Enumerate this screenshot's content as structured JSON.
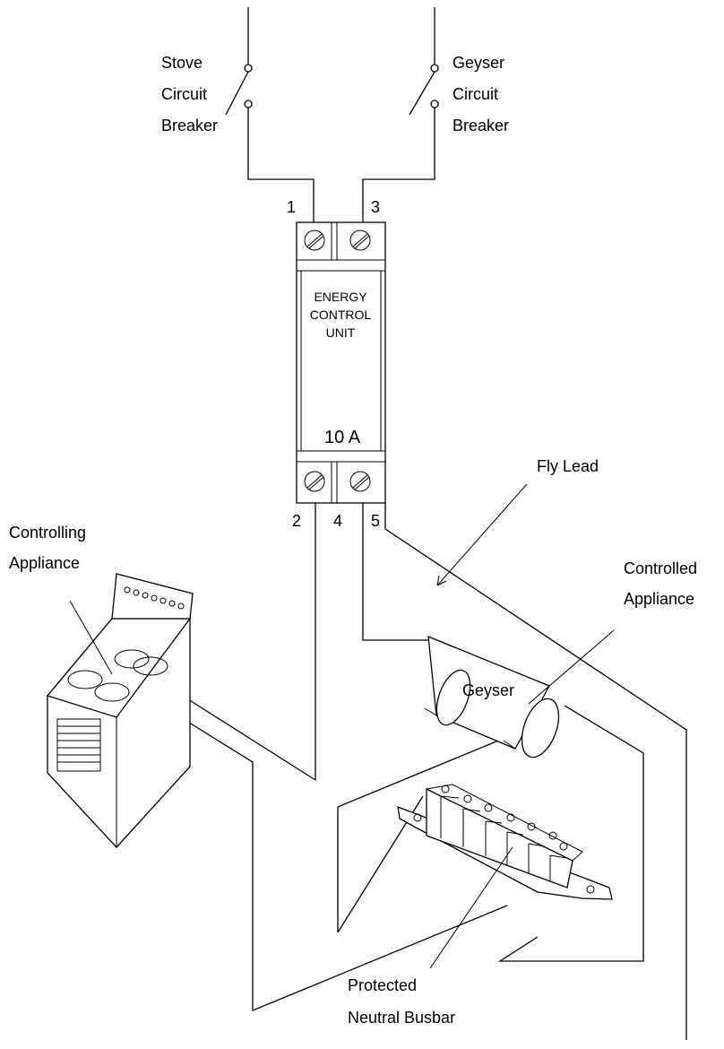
{
  "labels": {
    "stove_breaker": [
      "Stove",
      "Circuit",
      "Breaker"
    ],
    "geyser_breaker": [
      "Geyser",
      "Circuit",
      "Breaker"
    ],
    "terminal_1": "1",
    "terminal_3": "3",
    "terminal_2": "2",
    "terminal_4": "4",
    "terminal_5": "5",
    "unit_title": [
      "ENERGY",
      "CONTROL",
      "UNIT"
    ],
    "unit_rating": "10 A",
    "fly_lead": "Fly Lead",
    "controlling_appliance": [
      "Controlling",
      "Appliance"
    ],
    "controlled_appliance": [
      "Controlled",
      "Appliance"
    ],
    "geyser": "Geyser",
    "busbar": [
      "Protected",
      "Neutral Busbar"
    ]
  }
}
